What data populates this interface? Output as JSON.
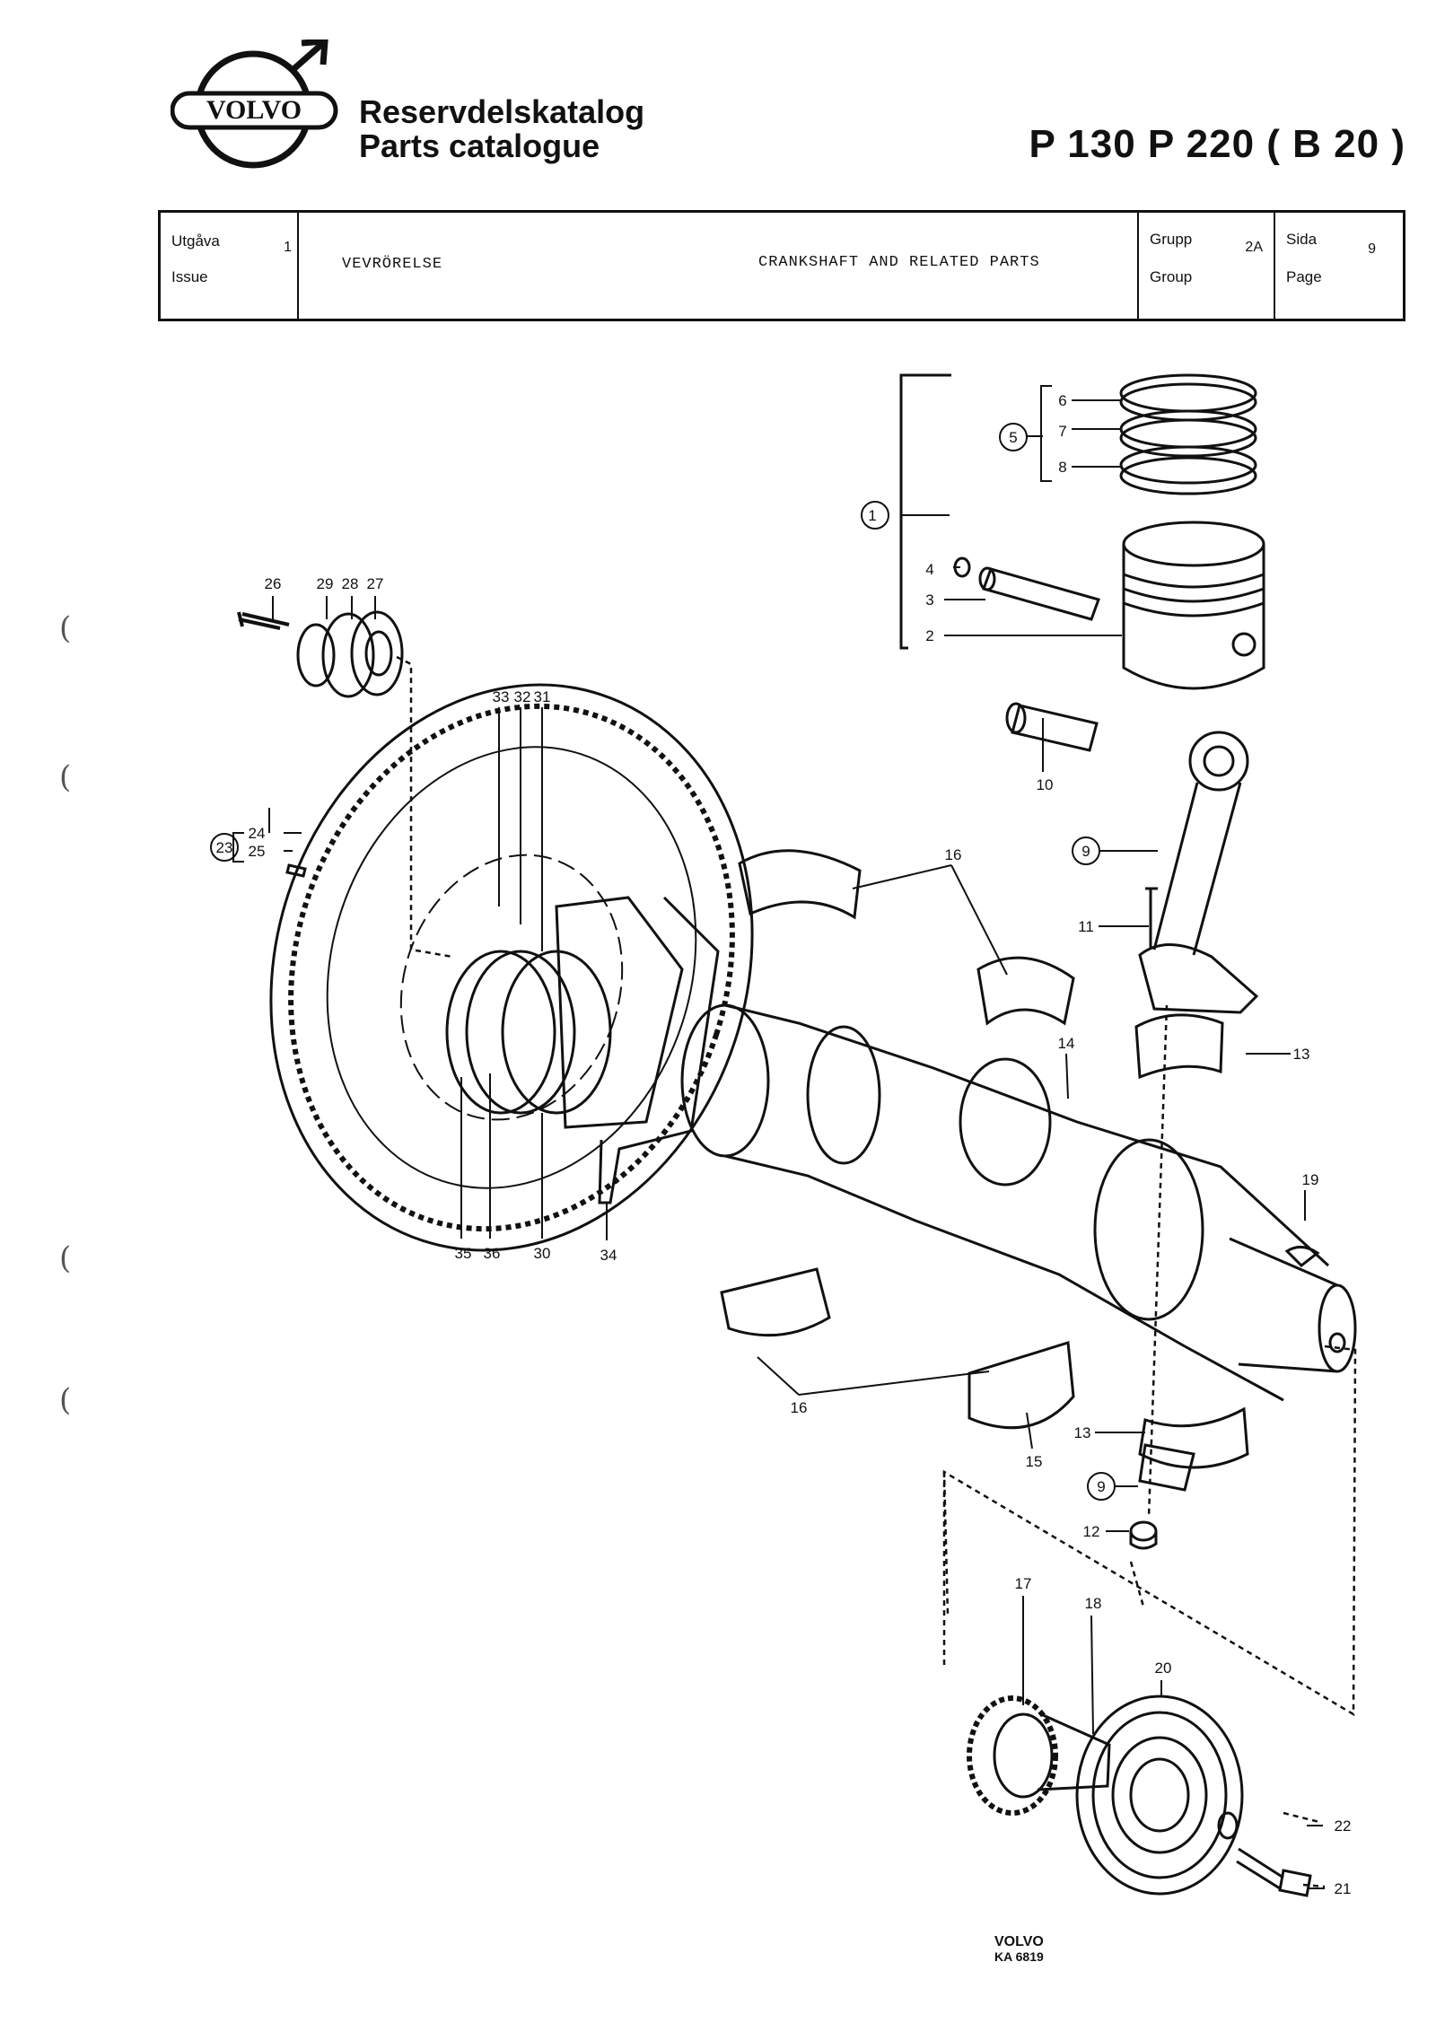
{
  "header": {
    "brand": "VOLVO",
    "title_sv": "Reservdelskatalog",
    "title_en": "Parts catalogue",
    "model": "P 130   P 220 ( B 20 )"
  },
  "info": {
    "issue_label_sv": "Utgåva",
    "issue_label_en": "Issue",
    "issue_value": "1",
    "desc_sv": "VEVRÖRELSE",
    "desc_en": "CRANKSHAFT AND RELATED PARTS",
    "group_label_sv": "Grupp",
    "group_label_en": "Group",
    "group_value": "2A",
    "page_label_sv": "Sida",
    "page_label_en": "Page",
    "page_value": "9"
  },
  "callouts": {
    "c1": "1",
    "c2": "2",
    "c3": "3",
    "c4": "4",
    "c5": "5",
    "c6": "6",
    "c7": "7",
    "c8": "8",
    "c9a": "9",
    "c9b": "9",
    "c10": "10",
    "c11": "11",
    "c12": "12",
    "c13a": "13",
    "c13b": "13",
    "c14": "14",
    "c15": "15",
    "c16a": "16",
    "c16b": "16",
    "c17": "17",
    "c18": "18",
    "c19": "19",
    "c20": "20",
    "c21": "21",
    "c22": "22",
    "c23": "23",
    "c24": "24",
    "c25": "25",
    "c26": "26",
    "c27": "27",
    "c28": "28",
    "c29": "29",
    "c30": "30",
    "c31": "31",
    "c32": "32",
    "c33": "33",
    "c34": "34",
    "c35": "35",
    "c36": "36"
  },
  "footer": {
    "brand": "VOLVO",
    "code": "KA 6819"
  }
}
